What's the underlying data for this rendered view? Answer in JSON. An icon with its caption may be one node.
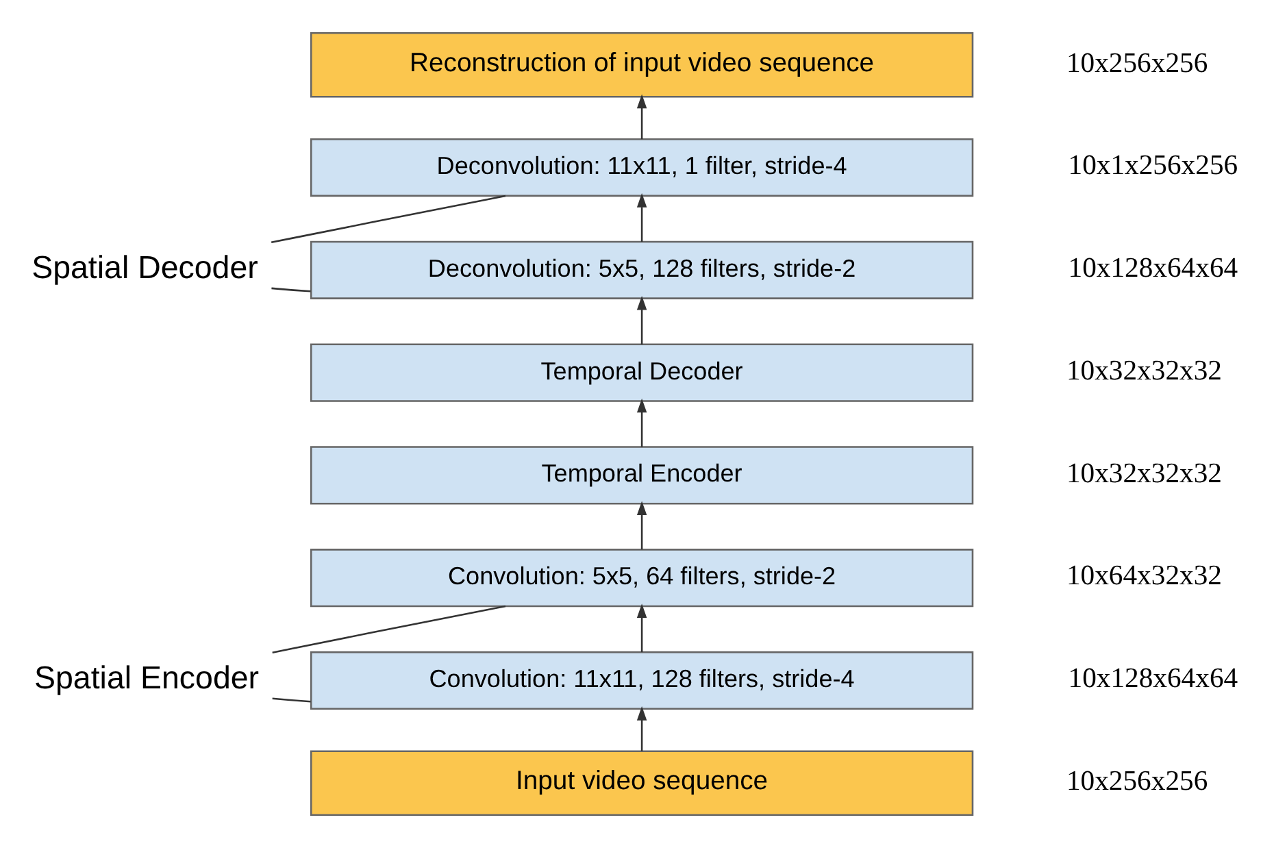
{
  "diagram": {
    "nodes": [
      {
        "text": [
          "Reconstruction of input video sequence"
        ],
        "beside": [
          "10x256x256"
        ]
      },
      {
        "text": [
          "Spatial Decoder"
        ]
      },
      {
        "text": [
          "Deconvolution: 11x11, 1 filter, stride-4"
        ],
        "beside": [
          "10x1x256x256"
        ]
      },
      {
        "text": [
          "Deconvolution: 5x5, 128 filters, stride-2"
        ],
        "beside": [
          "10x128x64x64"
        ]
      },
      {
        "text": [
          "Temporal Decoder"
        ],
        "beside": [
          "10x32x32x32"
        ]
      },
      {
        "text": [
          "Temporal Encoder"
        ],
        "beside": [
          "10x32x32x32"
        ]
      },
      {
        "text": [
          "Spatial Encoder"
        ]
      },
      {
        "text": [
          "Convolution: 5x5, 64 filters, stride-2"
        ],
        "beside": [
          "10x64x32x32"
        ]
      },
      {
        "text": [
          "Convolution: 11x11, 128 filters, stride-4"
        ],
        "beside": [
          "10x128x64x64"
        ]
      },
      {
        "text": [
          "Input video sequence"
        ],
        "beside": [
          "10x256x256"
        ]
      }
    ],
    "edges": [
      {
        "from": 9,
        "to": 8,
        "arrow": "to"
      },
      {
        "from": 8,
        "to": 7,
        "arrow": "to"
      },
      {
        "from": 7,
        "to": 5,
        "arrow": "to"
      },
      {
        "from": 5,
        "to": 4,
        "arrow": "to"
      },
      {
        "from": 4,
        "to": 3,
        "arrow": "to"
      },
      {
        "from": 3,
        "to": 2,
        "arrow": "to"
      },
      {
        "from": 2,
        "to": 0,
        "arrow": "to"
      },
      {
        "from": 1,
        "to": 2,
        "arrow": "none"
      },
      {
        "from": 1,
        "to": 3,
        "arrow": "none"
      },
      {
        "from": 6,
        "to": 7,
        "arrow": "none"
      },
      {
        "from": 6,
        "to": 8,
        "arrow": "none"
      }
    ]
  }
}
